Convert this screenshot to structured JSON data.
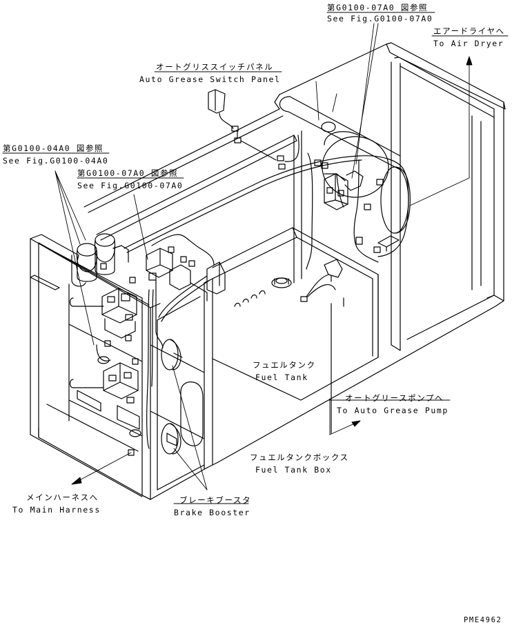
{
  "labels": {
    "fig_0700_top_jp": "第G0100-07A0 図参照",
    "fig_0700_top_en": "See Fig.G0100-07A0",
    "air_dryer_jp": "エアードライヤへ",
    "air_dryer_en": "To Air Dryer",
    "auto_grease_panel_jp": "オートグリススイッチパネル",
    "auto_grease_panel_en": "Auto Grease Switch Panel",
    "fig_0400_jp": "第G0100-04A0 図参照",
    "fig_0400_en": "See Fig.G0100-04A0",
    "fig_0700_mid_jp": "第G0100-07A0 図参照",
    "fig_0700_mid_en": "See Fig.G0100-07A0",
    "fuel_tank_jp": "フュエルタンク",
    "fuel_tank_en": "Fuel Tank",
    "auto_grease_pump_jp": "オートグリースポンプへ",
    "auto_grease_pump_en": "To Auto Grease Pump",
    "fuel_tank_box_jp": "フュエルタンクボックス",
    "fuel_tank_box_en": "Fuel Tank Box",
    "main_harness_jp": "メインハーネスへ",
    "main_harness_en": "To Main Harness",
    "brake_booster_jp": "ブレーキブースタ",
    "brake_booster_en": "Brake Booster",
    "drawing_code": "PME4962"
  }
}
